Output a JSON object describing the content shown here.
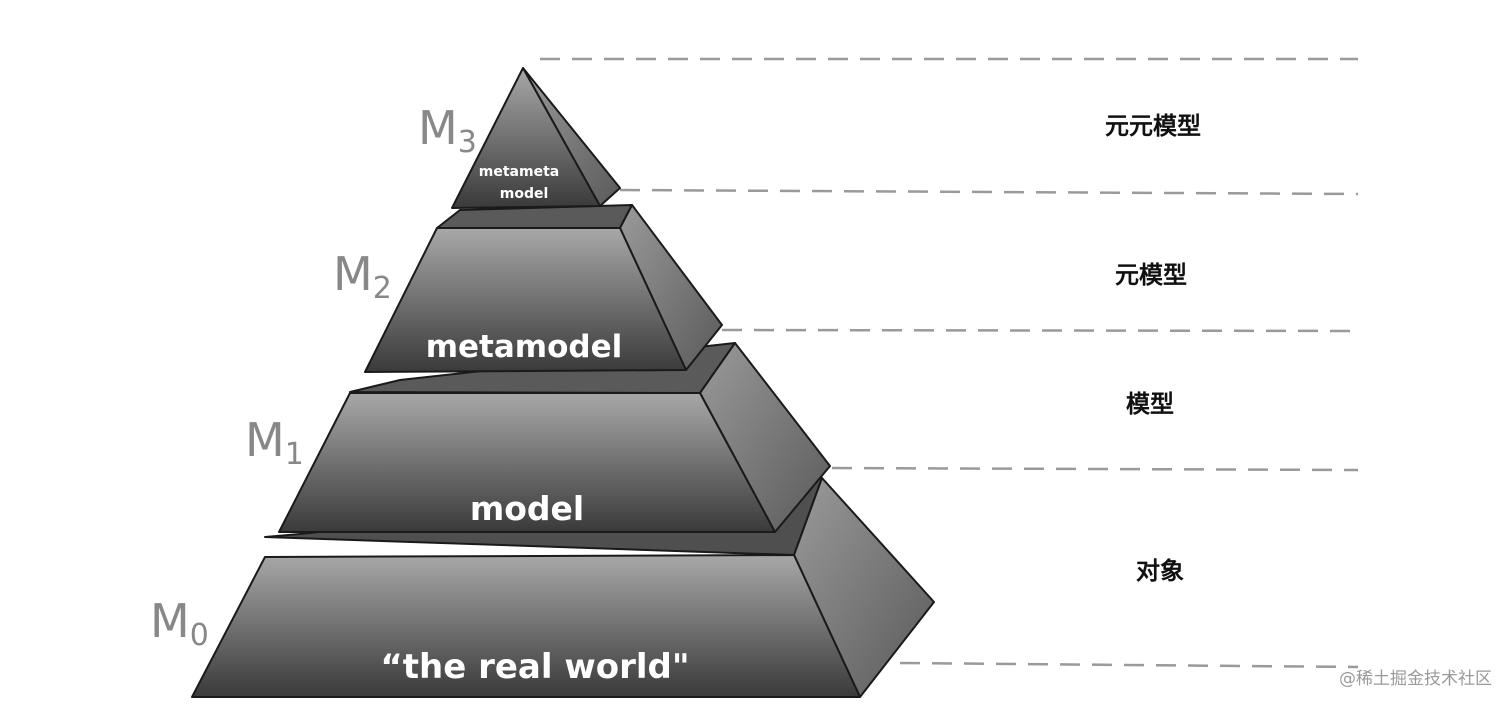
{
  "levels": [
    {
      "id": "M3",
      "letter": "M",
      "sub": "3",
      "label_lines": [
        "metameta",
        "model"
      ],
      "zh": "元元模型"
    },
    {
      "id": "M2",
      "letter": "M",
      "sub": "2",
      "label_lines": [
        "metamodel"
      ],
      "zh": "元模型"
    },
    {
      "id": "M1",
      "letter": "M",
      "sub": "1",
      "label_lines": [
        "model"
      ],
      "zh": "模型"
    },
    {
      "id": "M0",
      "letter": "M",
      "sub": "0",
      "label_lines": [
        "“the real world\""
      ],
      "zh": "对象"
    }
  ],
  "watermark": "@稀土掘金技术社区",
  "colors": {
    "front_top": "#a6a6a6",
    "front_bottom": "#3c3c3c",
    "side": "#8a8a8a",
    "top": "#6c6c6c",
    "dash": "#9a9a9a"
  }
}
